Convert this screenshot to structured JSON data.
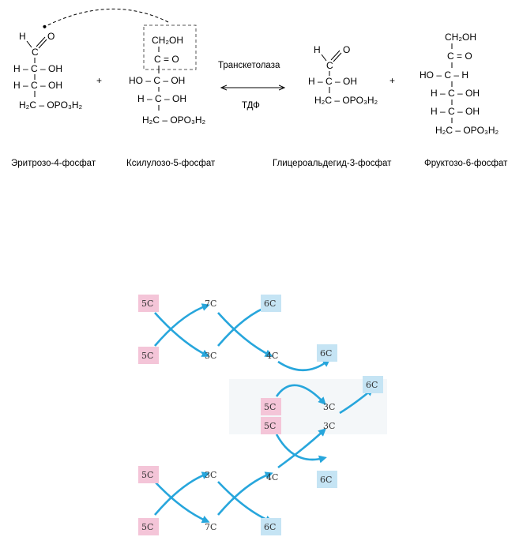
{
  "reaction": {
    "erythrose": {
      "name": "Эритрозо-4-фосфат",
      "c1_h": "H",
      "c1_o": "O",
      "c1": "C",
      "row2": "H – C – OH",
      "row3": "H – C – OH",
      "row4": "H₂C – OPO₃H₂"
    },
    "plus1": "+",
    "xylulose": {
      "name": "Ксилулозо-5-фосфат",
      "row1": "CH₂OH",
      "row2": "C = O",
      "row3": "HO – C – OH",
      "row4": "H – C – OH",
      "row5": "H₂C – OPO₃H₂"
    },
    "enzyme": "Транскетолаза",
    "cofactor": "ТДФ",
    "g3p": {
      "name": "Глицероальдегид-3-фосфат",
      "c1_h": "H",
      "c1_o": "O",
      "c1": "C",
      "row2": "H – C – OH",
      "row3": "H₂C – OPO₃H₂"
    },
    "plus2": "+",
    "fructose": {
      "name": "Фруктозо-6-фосфат",
      "row1": "CH₂OH",
      "row2": "C = O",
      "row3": "HO – C – H",
      "row4": "H – C – OH",
      "row5": "H – C – OH",
      "row6": "H₂C – OPO₃H₂"
    }
  },
  "scheme": {
    "colors": {
      "arrow": "#27a6dc",
      "input_box": "#f4c5d8",
      "output_box": "#c5e4f4"
    },
    "nodes": [
      {
        "id": "in1",
        "label": "5C",
        "kind": "input"
      },
      {
        "id": "in2",
        "label": "5C",
        "kind": "input"
      },
      {
        "id": "c7a",
        "label": "7C",
        "kind": "plain"
      },
      {
        "id": "c3a",
        "label": "3C",
        "kind": "plain"
      },
      {
        "id": "out1",
        "label": "6C",
        "kind": "output"
      },
      {
        "id": "c4a",
        "label": "4C",
        "kind": "plain"
      },
      {
        "id": "out2",
        "label": "6C",
        "kind": "output"
      },
      {
        "id": "in3",
        "label": "5C",
        "kind": "input"
      },
      {
        "id": "c3b",
        "label": "3C",
        "kind": "plain"
      },
      {
        "id": "out3",
        "label": "6C",
        "kind": "output"
      },
      {
        "id": "in4",
        "label": "5C",
        "kind": "input"
      },
      {
        "id": "c3c",
        "label": "3C",
        "kind": "plain"
      },
      {
        "id": "out4",
        "label": "6C",
        "kind": "output"
      },
      {
        "id": "in5",
        "label": "5C",
        "kind": "input"
      },
      {
        "id": "c3d",
        "label": "3C",
        "kind": "plain"
      },
      {
        "id": "c4b",
        "label": "4C",
        "kind": "plain"
      },
      {
        "id": "in6",
        "label": "5C",
        "kind": "input"
      },
      {
        "id": "c7b",
        "label": "7C",
        "kind": "plain"
      },
      {
        "id": "out5",
        "label": "6C",
        "kind": "output"
      }
    ]
  }
}
